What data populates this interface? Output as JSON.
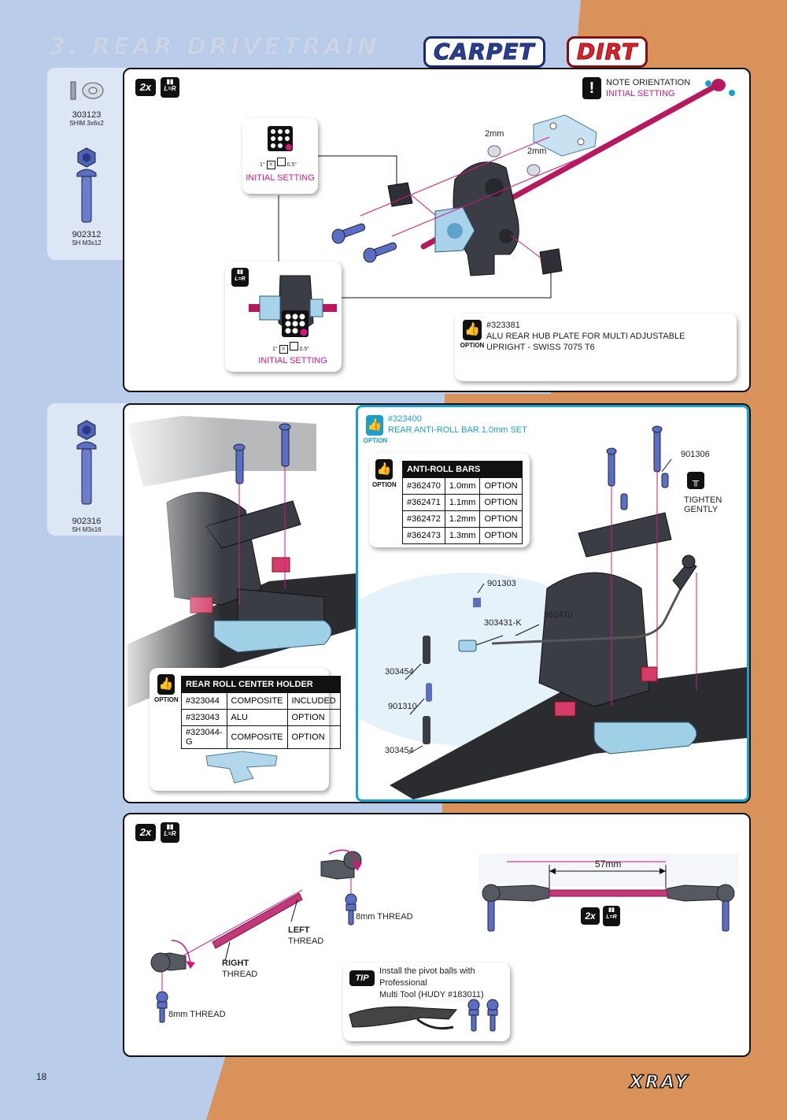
{
  "header": {
    "title": "3. REAR DRIVETRAIN",
    "carpet": "CARPET",
    "dirt": "DIRT"
  },
  "colors": {
    "blue_bg": "#b9cdea",
    "orange_bg": "#d9935a",
    "magenta": "#d2177f",
    "cyan": "#1aa0d0"
  },
  "step1": {
    "qty": "2x",
    "lr": "L=R",
    "parts": [
      {
        "no": "303123",
        "name": "SHIM 3x6x2"
      },
      {
        "no": "902312",
        "name": "SH M3x12"
      }
    ],
    "note": {
      "line1": "NOTE ORIENTATION",
      "line2": "INITIAL SETTING"
    },
    "dim1": "2mm",
    "dim2": "2mm",
    "setting_top": {
      "opt1": "1°",
      "opt2": "0.5°",
      "label": "INITIAL SETTING"
    },
    "setting_bottom": {
      "opt1": "1°",
      "opt2": "0.5°",
      "label": "INITIAL SETTING",
      "lr": "L=R"
    },
    "option": {
      "label": "OPTION",
      "part": "#323381",
      "desc1": "ALU REAR HUB PLATE FOR MULTI ADJUSTABLE",
      "desc2": "UPRIGHT - SWISS 7075 T6"
    }
  },
  "step2": {
    "parts": [
      {
        "no": "902316",
        "name": "SH M3x16"
      }
    ],
    "roll_center": {
      "label": "OPTION",
      "header": "REAR ROLL CENTER HOLDER",
      "rows": [
        [
          "#323044",
          "COMPOSITE",
          "INCLUDED"
        ],
        [
          "#323043",
          "ALU",
          "OPTION"
        ],
        [
          "#323044-G",
          "COMPOSITE",
          "OPTION"
        ]
      ]
    },
    "antiroll": {
      "label": "OPTION",
      "part": "#323400",
      "desc": "REAR ANTI-ROLL BAR 1.0mm SET",
      "table_label": "OPTION",
      "header": "ANTI-ROLL BARS",
      "rows": [
        [
          "#362470",
          "1.0mm",
          "OPTION"
        ],
        [
          "#362471",
          "1.1mm",
          "OPTION"
        ],
        [
          "#362472",
          "1.2mm",
          "OPTION"
        ],
        [
          "#362473",
          "1.3mm",
          "OPTION"
        ]
      ],
      "callouts": {
        "c901306": "901306",
        "tighten": "TIGHTEN GENTLY",
        "c901303": "901303",
        "c362470": "362470",
        "c303431": "303431-K",
        "c303454a": "303454",
        "c901310": "901310",
        "c303454b": "303454"
      }
    }
  },
  "step3": {
    "qty": "2x",
    "lr": "L=R",
    "thread_top": "8mm THREAD",
    "left_thread_a": "LEFT",
    "left_thread_b": "THREAD",
    "right_thread_a": "RIGHT",
    "right_thread_b": "THREAD",
    "thread_bottom": "8mm THREAD",
    "dim": "57mm",
    "qty2": "2x",
    "lr2": "L=R",
    "tip": {
      "label": "TIP",
      "line1": "Install the pivot balls with Professional",
      "line2": "Multi Tool (HUDY #183011)"
    }
  },
  "footer": {
    "page": "18",
    "logo": "XRAY"
  }
}
